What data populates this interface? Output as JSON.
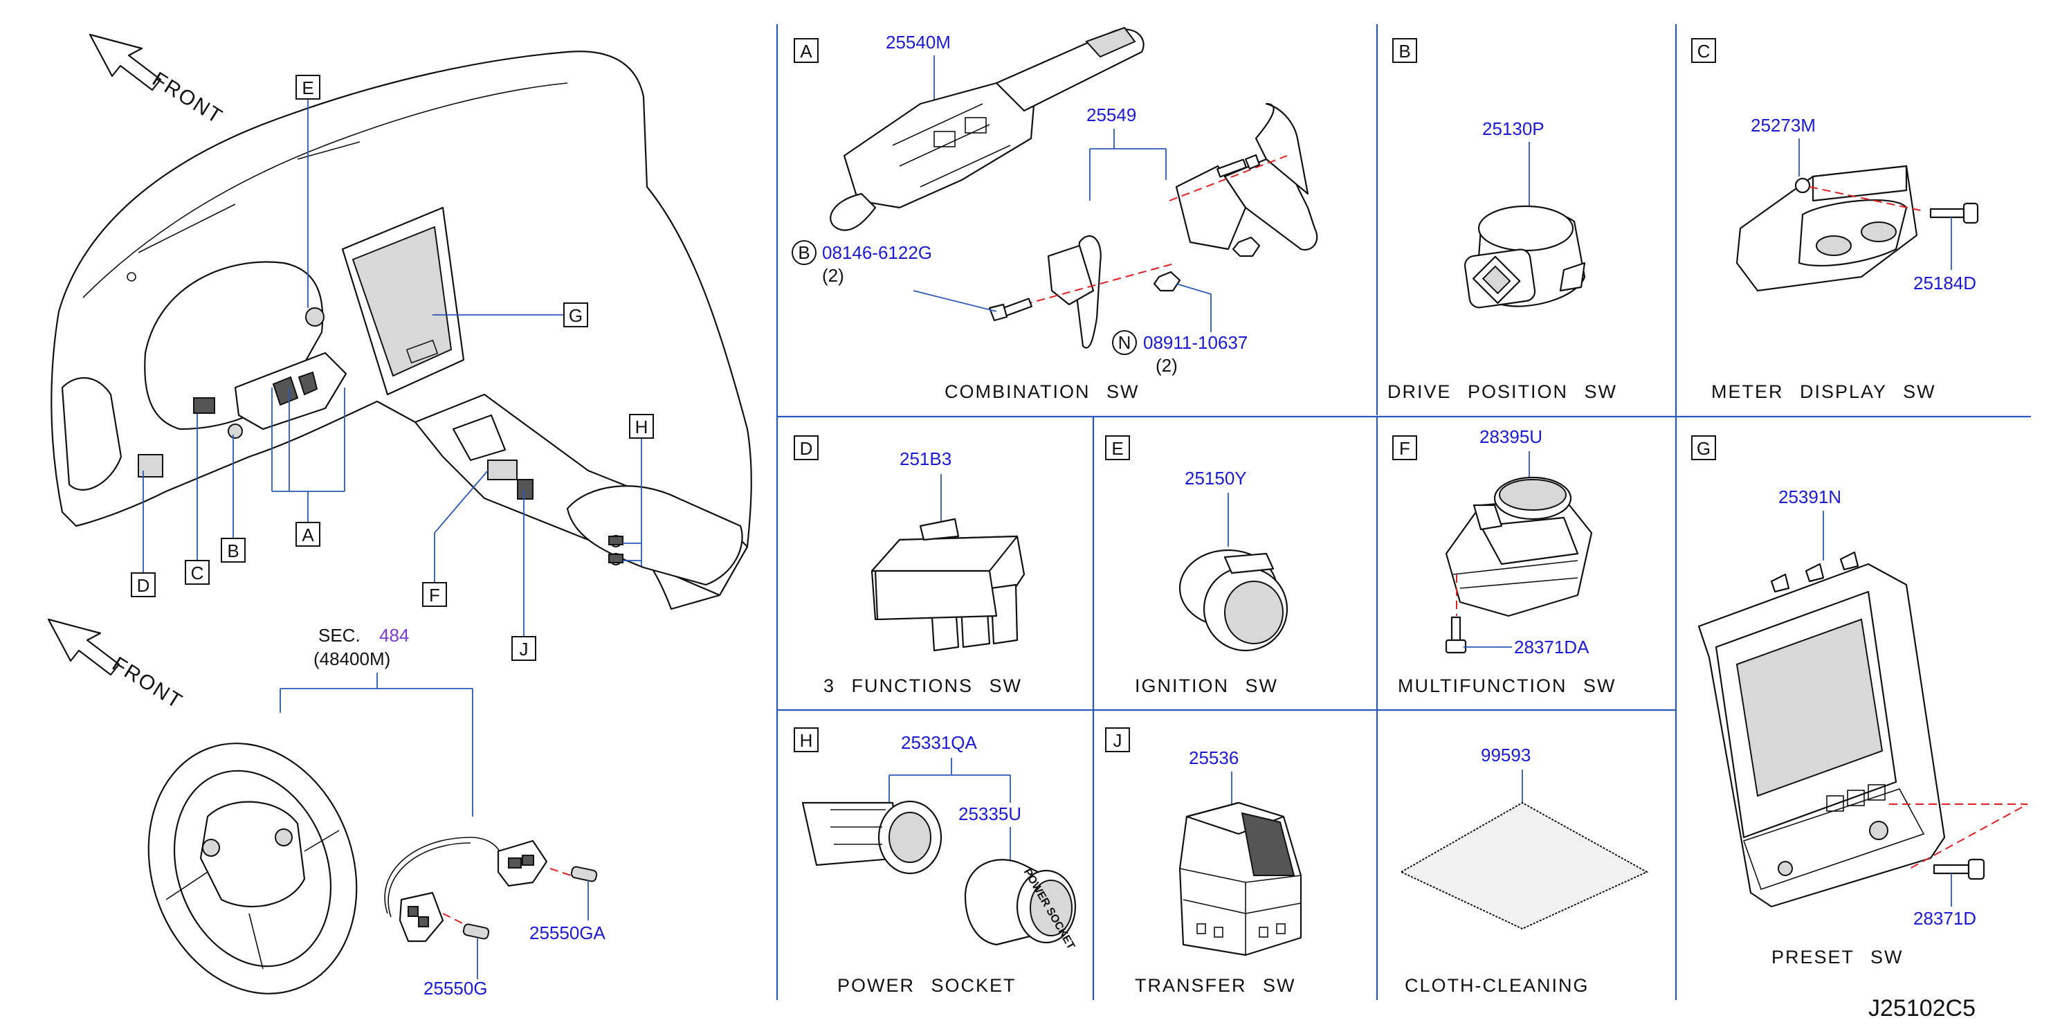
{
  "diagram_code": "J25102C5",
  "overview": {
    "front_label": "FRONT",
    "callouts": [
      "E",
      "G",
      "H",
      "A",
      "B",
      "C",
      "D",
      "F",
      "J"
    ],
    "steering": {
      "front_label": "FRONT",
      "sec_label": "SEC.",
      "sec_number": "484",
      "sec_part": "(48400M)",
      "part_left": "25550G",
      "part_right": "25550GA"
    }
  },
  "panels": {
    "A": {
      "letter": "A",
      "title": "COMBINATION   SW",
      "parts": {
        "stalk": "25540M",
        "paddle": "25549",
        "bolt": "08146-6122G",
        "bolt_marker": "B",
        "bolt_qty": "(2)",
        "nut": "08911-10637",
        "nut_marker": "N",
        "nut_qty": "(2)"
      }
    },
    "B": {
      "letter": "B",
      "title": "DRIVE   POSITION   SW",
      "part": "25130P"
    },
    "C": {
      "letter": "C",
      "title": "METER   DISPLAY   SW",
      "part": "25273M",
      "screw": "25184D"
    },
    "D": {
      "letter": "D",
      "title": "3   FUNCTIONS   SW",
      "part": "251B3"
    },
    "E": {
      "letter": "E",
      "title": "IGNITION   SW",
      "part": "25150Y"
    },
    "F": {
      "letter": "F",
      "title": "MULTIFUNCTION   SW",
      "part": "28395U",
      "screw": "28371DA"
    },
    "G": {
      "letter": "G",
      "title": "PRESET   SW",
      "part": "25391N",
      "screw": "28371D"
    },
    "H": {
      "letter": "H",
      "title": "POWER   SOCKET",
      "part1": "25331QA",
      "part2": "25335U",
      "cap_text": "POWER SOCKET"
    },
    "J": {
      "letter": "J",
      "title": "TRANSFER   SW",
      "part": "25536"
    },
    "K": {
      "title": "CLOTH-CLEANING",
      "part": "99593"
    }
  },
  "colors": {
    "part_number": "#1a1ad6",
    "section_ref": "#7a3ad6",
    "divider": "#2a57b8",
    "centerline": "#e02020"
  }
}
